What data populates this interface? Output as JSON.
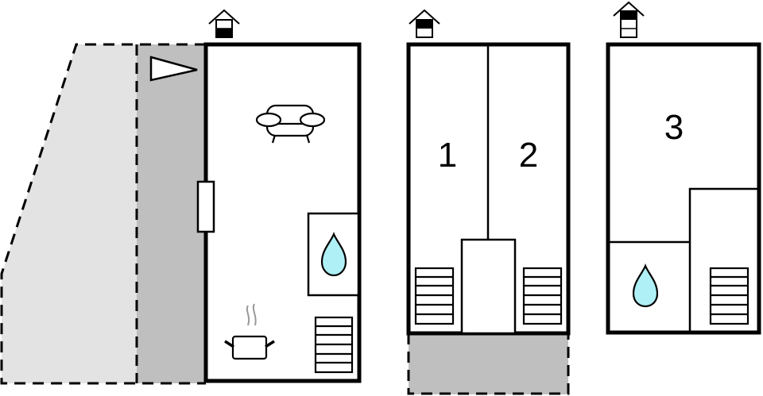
{
  "diagram": {
    "type": "floor-plan",
    "colors": {
      "background": "#ffffff",
      "wall": "#000000",
      "terrace_light": "#e3e3e3",
      "terrace_dark": "#bfbfbf",
      "water": "#aef0f5",
      "steam": "#999999"
    },
    "floors": [
      {
        "name": "ground-floor",
        "level_icon": "house-level-ground-icon",
        "rooms": [
          {
            "name": "living-room",
            "icon": "armchair-icon"
          },
          {
            "name": "bathroom",
            "icon": "water-drop-icon"
          },
          {
            "name": "kitchen",
            "icon": "cooking-pot-icon"
          },
          {
            "name": "staircase",
            "icon": "stairs-icon"
          }
        ],
        "features": [
          "door",
          "terrace",
          "covered-terrace",
          "flag-marker"
        ]
      },
      {
        "name": "first-floor",
        "level_icon": "house-level-first-icon",
        "rooms": [
          {
            "name": "bedroom-1",
            "label": "1"
          },
          {
            "name": "bedroom-2",
            "label": "2"
          },
          {
            "name": "hallway"
          },
          {
            "name": "staircase-left",
            "icon": "stairs-icon"
          },
          {
            "name": "staircase-right",
            "icon": "stairs-icon"
          }
        ],
        "features": [
          "balcony"
        ]
      },
      {
        "name": "second-floor",
        "level_icon": "house-level-second-icon",
        "rooms": [
          {
            "name": "bedroom-3",
            "label": "3"
          },
          {
            "name": "bathroom",
            "icon": "water-drop-icon"
          },
          {
            "name": "staircase",
            "icon": "stairs-icon"
          }
        ]
      }
    ]
  }
}
